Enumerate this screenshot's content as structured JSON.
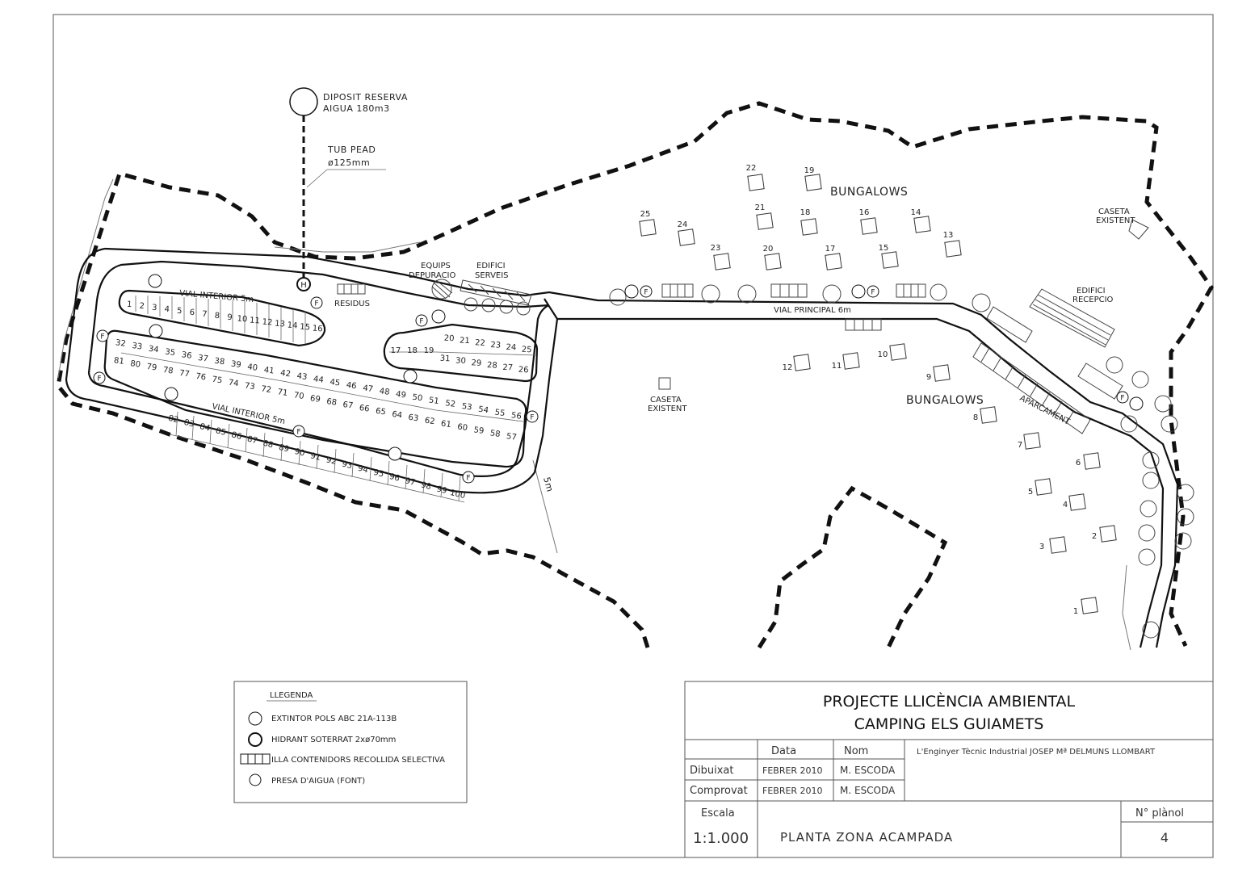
{
  "labels": {
    "diposit_1": "DIPOSIT RESERVA",
    "diposit_2": "AIGUA 180m3",
    "tub_1": "TUB PEAD",
    "tub_2": "ø125mm",
    "vial_interior_top": "VIAL INTERIOR 5m",
    "vial_interior_bottom": "VIAL INTERIOR 5m",
    "residus": "RESIDUS",
    "equips_1": "EQUIPS",
    "equips_2": "DEPURACIO",
    "serveis_1": "EDIFICI",
    "serveis_2": "SERVEIS",
    "vial_principal": "VIAL PRINCIPAL 6m",
    "bungalows_top": "BUNGALOWS",
    "bungalows_bottom": "BUNGALOWS",
    "caseta_ne_1": "CASETA",
    "caseta_ne_2": "EXISTENT",
    "caseta_c_1": "CASETA",
    "caseta_c_2": "EXISTENT",
    "recepcio_1": "EDIFICI",
    "recepcio_2": "RECEPCIO",
    "aparcament": "APARCAMENT",
    "road_width": "5m",
    "hydrant_symbol": "H",
    "font_symbol": "F"
  },
  "legend": {
    "title": "LLEGENDA",
    "items": [
      "EXTINTOR POLS ABC 21A-113B",
      "HIDRANT SOTERRAT 2xø70mm",
      "ILLA CONTENIDORS RECOLLIDA SELECTIVA",
      "PRESA D'AIGUA (FONT)"
    ]
  },
  "titleblock": {
    "title_1": "PROJECTE LLICÈNCIA AMBIENTAL",
    "title_2": "CAMPING ELS GUIAMETS",
    "col_data": "Data",
    "col_nom": "Nom",
    "engineer": "L'Enginyer Tècnic Industrial   JOSEP Mª DELMUNS LLOMBART",
    "dibuixat": "Dibuixat",
    "comprovat": "Comprovat",
    "dibuixat_data": "FEBRER 2010",
    "comprovat_data": "FEBRER 2010",
    "dibuixat_nom": "M. ESCODA",
    "comprovat_nom": "M. ESCODA",
    "escala_label": "Escala",
    "escala": "1:1.000",
    "plan_title": "PLANTA ZONA ACAMPADA",
    "planol_label": "N° plànol",
    "planol": "4"
  },
  "plots": {
    "row_a": [
      "1",
      "2",
      "3",
      "4",
      "5",
      "6",
      "7",
      "8",
      "9",
      "10",
      "11",
      "12",
      "13",
      "14",
      "15",
      "16"
    ],
    "island_top": [
      "20",
      "21",
      "22",
      "23",
      "24",
      "25"
    ],
    "island_bottom": [
      "31",
      "30",
      "29",
      "28",
      "27",
      "26"
    ],
    "island_left": [
      "17",
      "18",
      "19"
    ],
    "row_b_top": [
      "32",
      "33",
      "34",
      "35",
      "36",
      "37",
      "38",
      "39",
      "40",
      "41",
      "42",
      "43",
      "44",
      "45",
      "46",
      "47",
      "48",
      "49",
      "50",
      "51",
      "52",
      "53",
      "54",
      "55",
      "56"
    ],
    "row_b_bottom": [
      "81",
      "80",
      "79",
      "78",
      "77",
      "76",
      "75",
      "74",
      "73",
      "72",
      "71",
      "70",
      "69",
      "68",
      "67",
      "66",
      "65",
      "64",
      "63",
      "62",
      "61",
      "60",
      "59",
      "58",
      "57"
    ],
    "row_c": [
      "82",
      "83",
      "84",
      "85",
      "86",
      "87",
      "88",
      "89",
      "90",
      "91",
      "92",
      "93",
      "94",
      "95",
      "96",
      "97",
      "98",
      "99",
      "100"
    ]
  },
  "bungalows": [
    "22",
    "19",
    "21",
    "18",
    "16",
    "14",
    "25",
    "24",
    "13",
    "23",
    "20",
    "17",
    "15",
    "12",
    "11",
    "10",
    "9",
    "8",
    "7",
    "6",
    "5",
    "4",
    "3",
    "2",
    "1"
  ]
}
